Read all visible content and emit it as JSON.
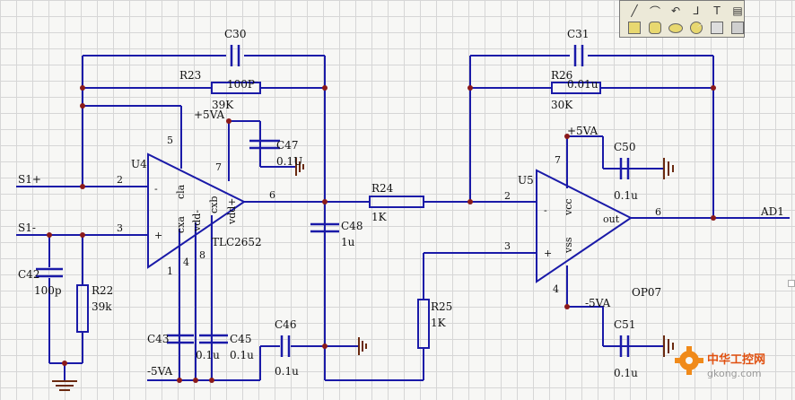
{
  "schematic": {
    "labels": {
      "s1p": "S1+",
      "s1m": "S1-",
      "ad1": "AD1",
      "c30": "C30",
      "r23": "R23",
      "r23v1": "100P",
      "r23v2": "39K",
      "vp1": "+5VA",
      "c47": "C47",
      "c47v": "0.1U",
      "u4": "U4",
      "u4model": "TLC2652",
      "c42": "C42",
      "c42v": "100p",
      "r22": "R22",
      "r22v": "39k",
      "c43": "C43",
      "c45": "C45",
      "c43v": "0.1u",
      "c45v": "0.1u",
      "vn1": "-5VA",
      "c48": "C48",
      "c48v": "1u",
      "r24": "R24",
      "r24v": "1K",
      "c46": "C46",
      "c46v": "0.1u",
      "r25": "R25",
      "r25v": "1K",
      "c31": "C31",
      "r26": "R26",
      "r26v1": "0.01u",
      "r26v2": "30K",
      "vp2": "+5VA",
      "c50": "C50",
      "c50v": "0.1u",
      "u5": "U5",
      "u5model": "OP07",
      "vn2": "-5VA",
      "c51": "C51",
      "c51v": "0.1u"
    },
    "u4_pins": {
      "p2": "2",
      "p3": "3",
      "p5": "5",
      "p7": "7",
      "p6": "6",
      "p1": "1",
      "p4": "4",
      "p8": "8",
      "minus": "-",
      "plus": "+",
      "cla": "cla",
      "cxb": "cxb",
      "cxa": "cxa",
      "vddm": "vdd-",
      "vddp": "vdd+"
    },
    "u5_pins": {
      "p2": "2",
      "p3": "3",
      "p7": "7",
      "p6": "6",
      "p4": "4",
      "minus": "-",
      "plus": "+",
      "vcc": "vcc",
      "vss": "vss",
      "out": "out"
    }
  },
  "toolbar": {
    "row1": [
      "╱",
      "⌒",
      "↶",
      "⅃",
      "T",
      "▤"
    ]
  },
  "watermark": {
    "cn": "中华工控网",
    "en": "gkong.com"
  }
}
